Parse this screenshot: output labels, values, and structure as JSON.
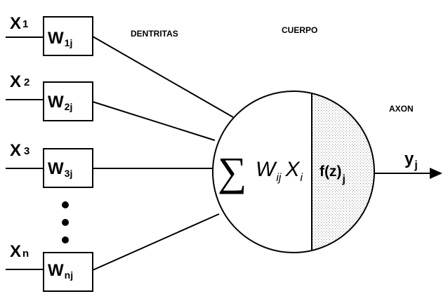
{
  "labels": {
    "dentritas": "DENTRITAS",
    "cuerpo": "CUERPO",
    "axon": "AXON"
  },
  "inputs": [
    {
      "x": "X",
      "x_sub": "1",
      "w": "W",
      "w_sub": "1j"
    },
    {
      "x": "X",
      "x_sub": "2",
      "w": "W",
      "w_sub": "2j"
    },
    {
      "x": "X",
      "x_sub": "3",
      "w": "W",
      "w_sub": "3j"
    },
    {
      "x": "X",
      "x_sub": "n",
      "w": "W",
      "w_sub": "nj"
    }
  ],
  "summation": {
    "symbol": "∑",
    "w": "W",
    "w_sub": "ij",
    "x": "X",
    "x_sub": "i"
  },
  "activation": {
    "main": "f(z)",
    "sub": "j"
  },
  "output": {
    "main": "y",
    "sub": "j"
  },
  "colors": {
    "stroke": "#000000",
    "background": "#ffffff",
    "stipple": "#9a9a9a"
  }
}
